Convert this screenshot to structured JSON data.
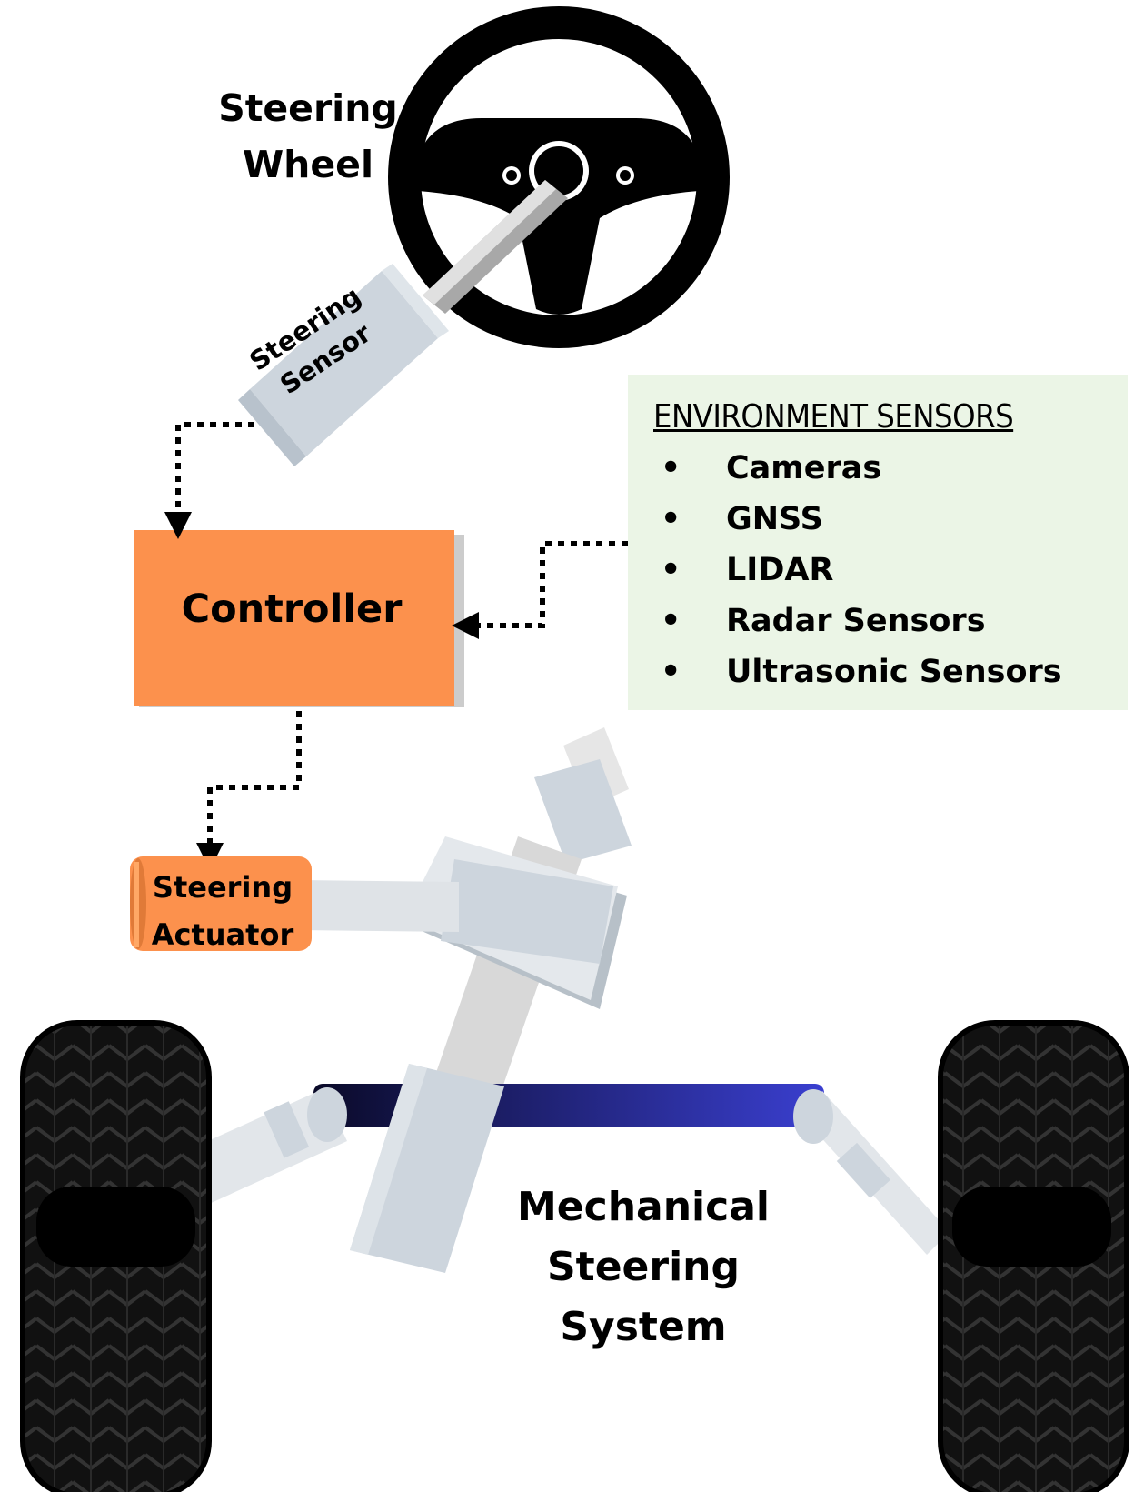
{
  "labels": {
    "steering_wheel": [
      "Steering",
      "Wheel"
    ],
    "steering_sensor": [
      "Steering",
      "Sensor"
    ],
    "controller": "Controller",
    "steering_actuator": [
      "Steering",
      "Actuator"
    ],
    "mechanical_system": [
      "Mechanical",
      "Steering System"
    ]
  },
  "environment_sensors": {
    "title": "ENVIRONMENT SENSORS",
    "items": [
      "Cameras",
      "GNSS",
      "LIDAR",
      "Radar Sensors",
      "Ultrasonic Sensors"
    ]
  },
  "colors": {
    "controller_fill": "#fc914d",
    "actuator_fill": "#fc914d",
    "env_box_fill": "#ebf5e6",
    "tie_rod": "#2a2fb0",
    "component_gray": "#cdd5dd",
    "wheel_black": "#000000"
  }
}
